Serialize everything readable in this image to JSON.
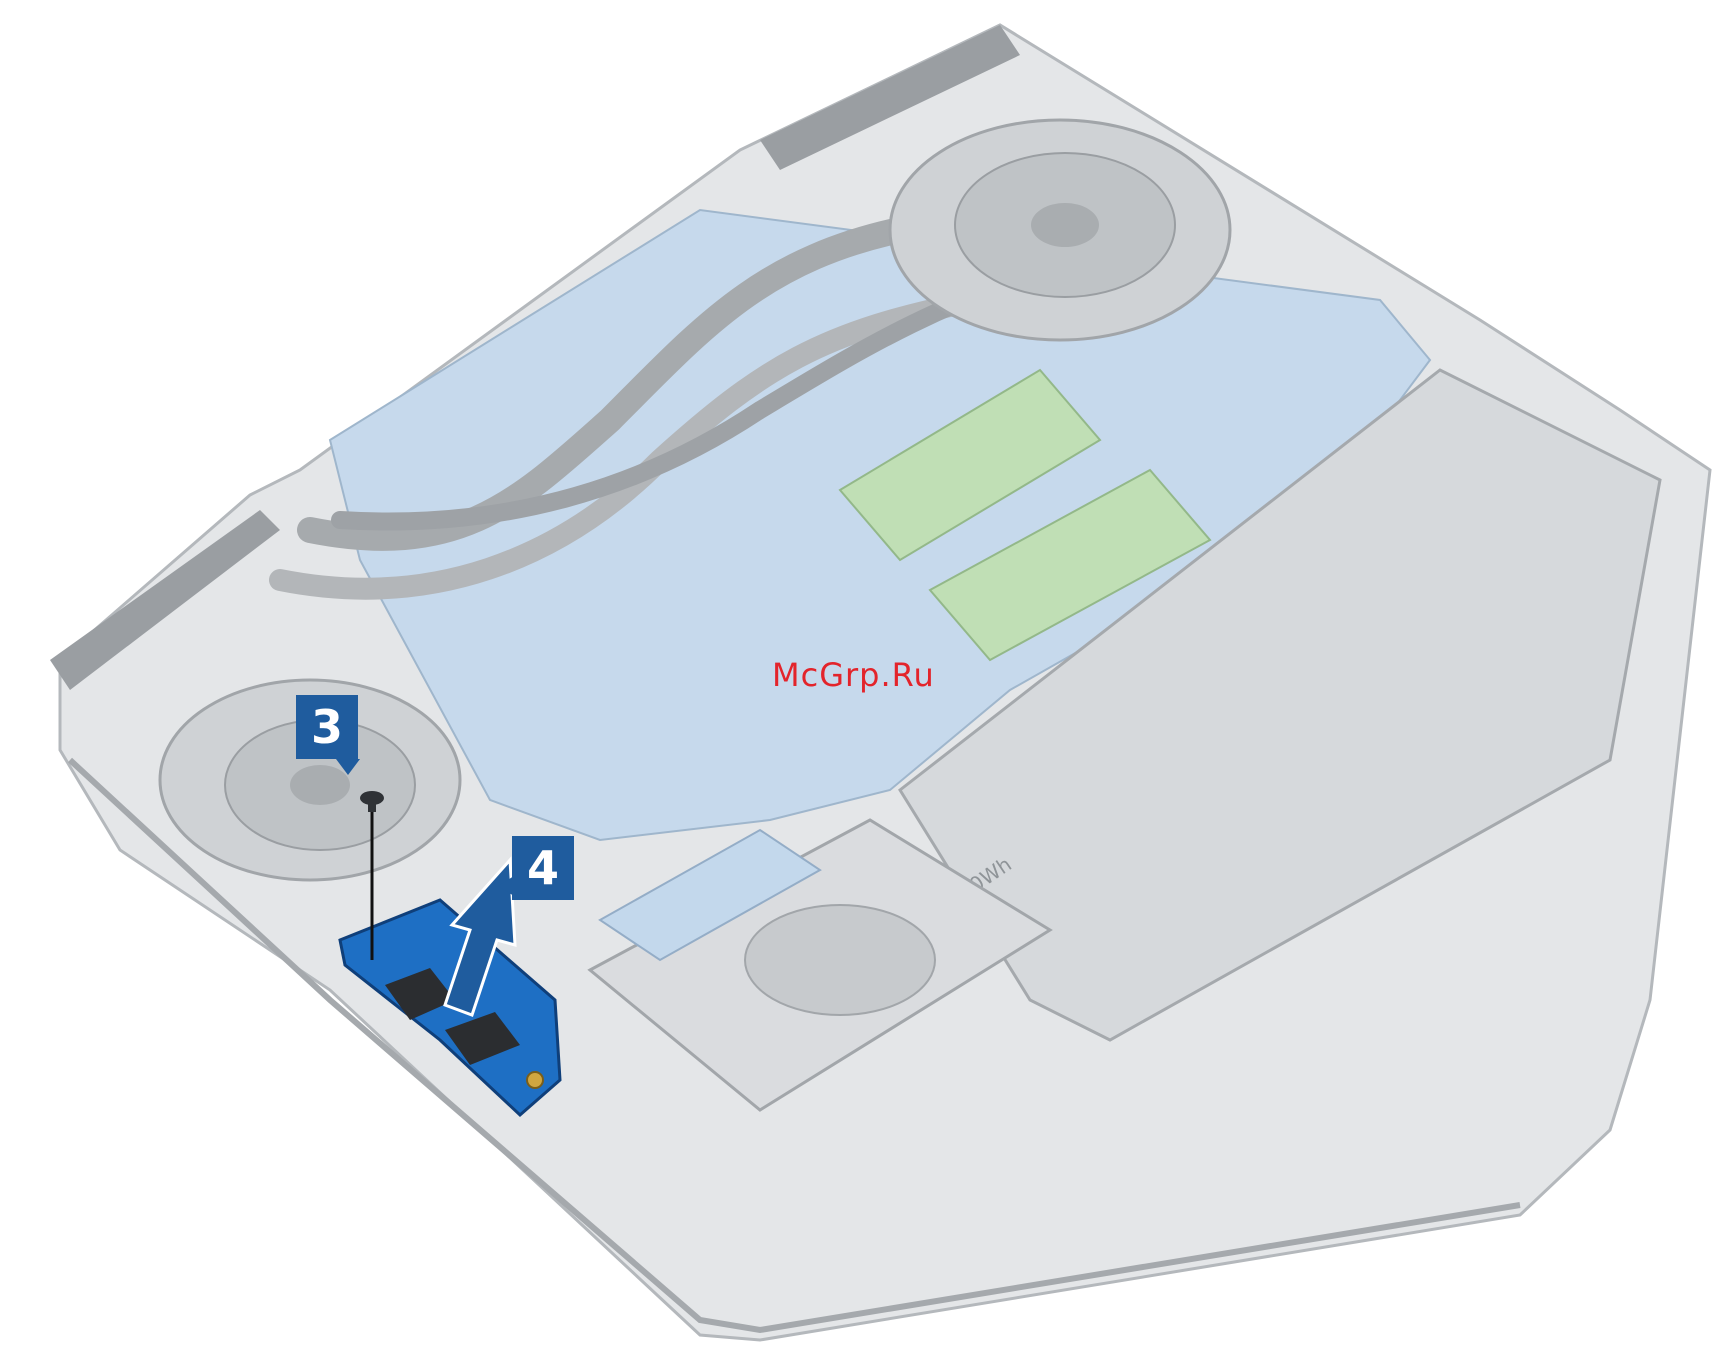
{
  "callouts": [
    {
      "label": "3"
    },
    {
      "label": "4"
    }
  ],
  "watermark": "McGrp.Ru",
  "battery_label": "60Wh",
  "colors": {
    "callout": "#1f5c9e",
    "io_board": "#1e6fc4",
    "watermark": "#e3242b",
    "chassis": "#c9ccd0",
    "board": "#b9d2ea",
    "ram": "#b7dcae"
  }
}
